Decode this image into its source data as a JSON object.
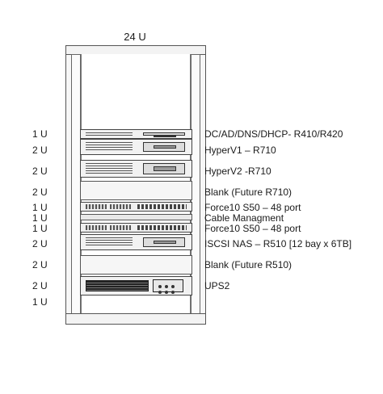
{
  "rack": {
    "title": "24 U",
    "rows": [
      {
        "units": "1 U",
        "label": "DC/AD/DNS/DHCP- R410/R420"
      },
      {
        "units": "2 U",
        "label": "HyperV1 – R710"
      },
      {
        "units": "2 U",
        "label": "HyperV2 -R710"
      },
      {
        "units": "2 U",
        "label": "Blank (Future R710)"
      },
      {
        "units": "1 U",
        "label": "Force10 S50 – 48 port"
      },
      {
        "units": "1 U",
        "label": "Cable Managment"
      },
      {
        "units": "1 U",
        "label": "Force10 S50 – 48 port"
      },
      {
        "units": "2 U",
        "label": "ISCSI NAS – R510 [12 bay x 6TB]"
      },
      {
        "units": "2 U",
        "label": "Blank (Future R510)"
      },
      {
        "units": "2 U",
        "label": "UPS2"
      },
      {
        "units": "1 U",
        "label": ""
      }
    ]
  }
}
